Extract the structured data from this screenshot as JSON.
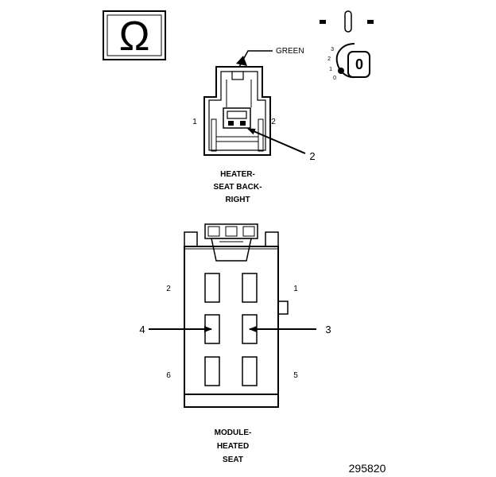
{
  "ohm_symbol": "Ω",
  "ignition": {
    "positions": [
      "3",
      "2",
      "1",
      "0"
    ],
    "key_label": "0"
  },
  "connector_top": {
    "wire_color": "GREEN",
    "pin_left": "1",
    "pin_right": "2",
    "callout": "2",
    "name_lines": [
      "HEATER-",
      "SEAT BACK-",
      "RIGHT"
    ]
  },
  "connector_bottom": {
    "pins": {
      "top_left": "2",
      "top_right": "1",
      "bottom_left": "6",
      "bottom_right": "5"
    },
    "callout_left": "4",
    "callout_right": "3",
    "name_lines": [
      "MODULE-",
      "HEATED",
      "SEAT"
    ]
  },
  "figure_number": "295820"
}
